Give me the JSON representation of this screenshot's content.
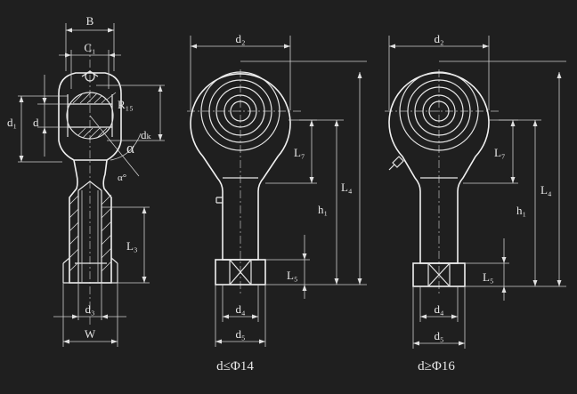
{
  "labels": {
    "B": "B",
    "C1": "C₁",
    "R": "R₁₅",
    "dk": "dₖ",
    "alpha": "α",
    "alpha_deg": "α°",
    "d1": "d₁",
    "d": "d",
    "L3": "L₃",
    "d3": "d₃",
    "W": "W",
    "d2_a": "d₂",
    "L7_a": "L₇",
    "L4_a": "L₄",
    "h1_a": "h₁",
    "L5_a": "L₅",
    "d4_a": "d₄",
    "d5_a": "d₅",
    "d2_b": "d₂",
    "L7_b": "L₇",
    "L4_b": "L₄",
    "h1_b": "h₁",
    "L5_b": "L₅",
    "d4_b": "d₄",
    "d5_b": "d₅"
  },
  "captions": {
    "left": "d≤Φ14",
    "right": "d≥Φ16"
  }
}
